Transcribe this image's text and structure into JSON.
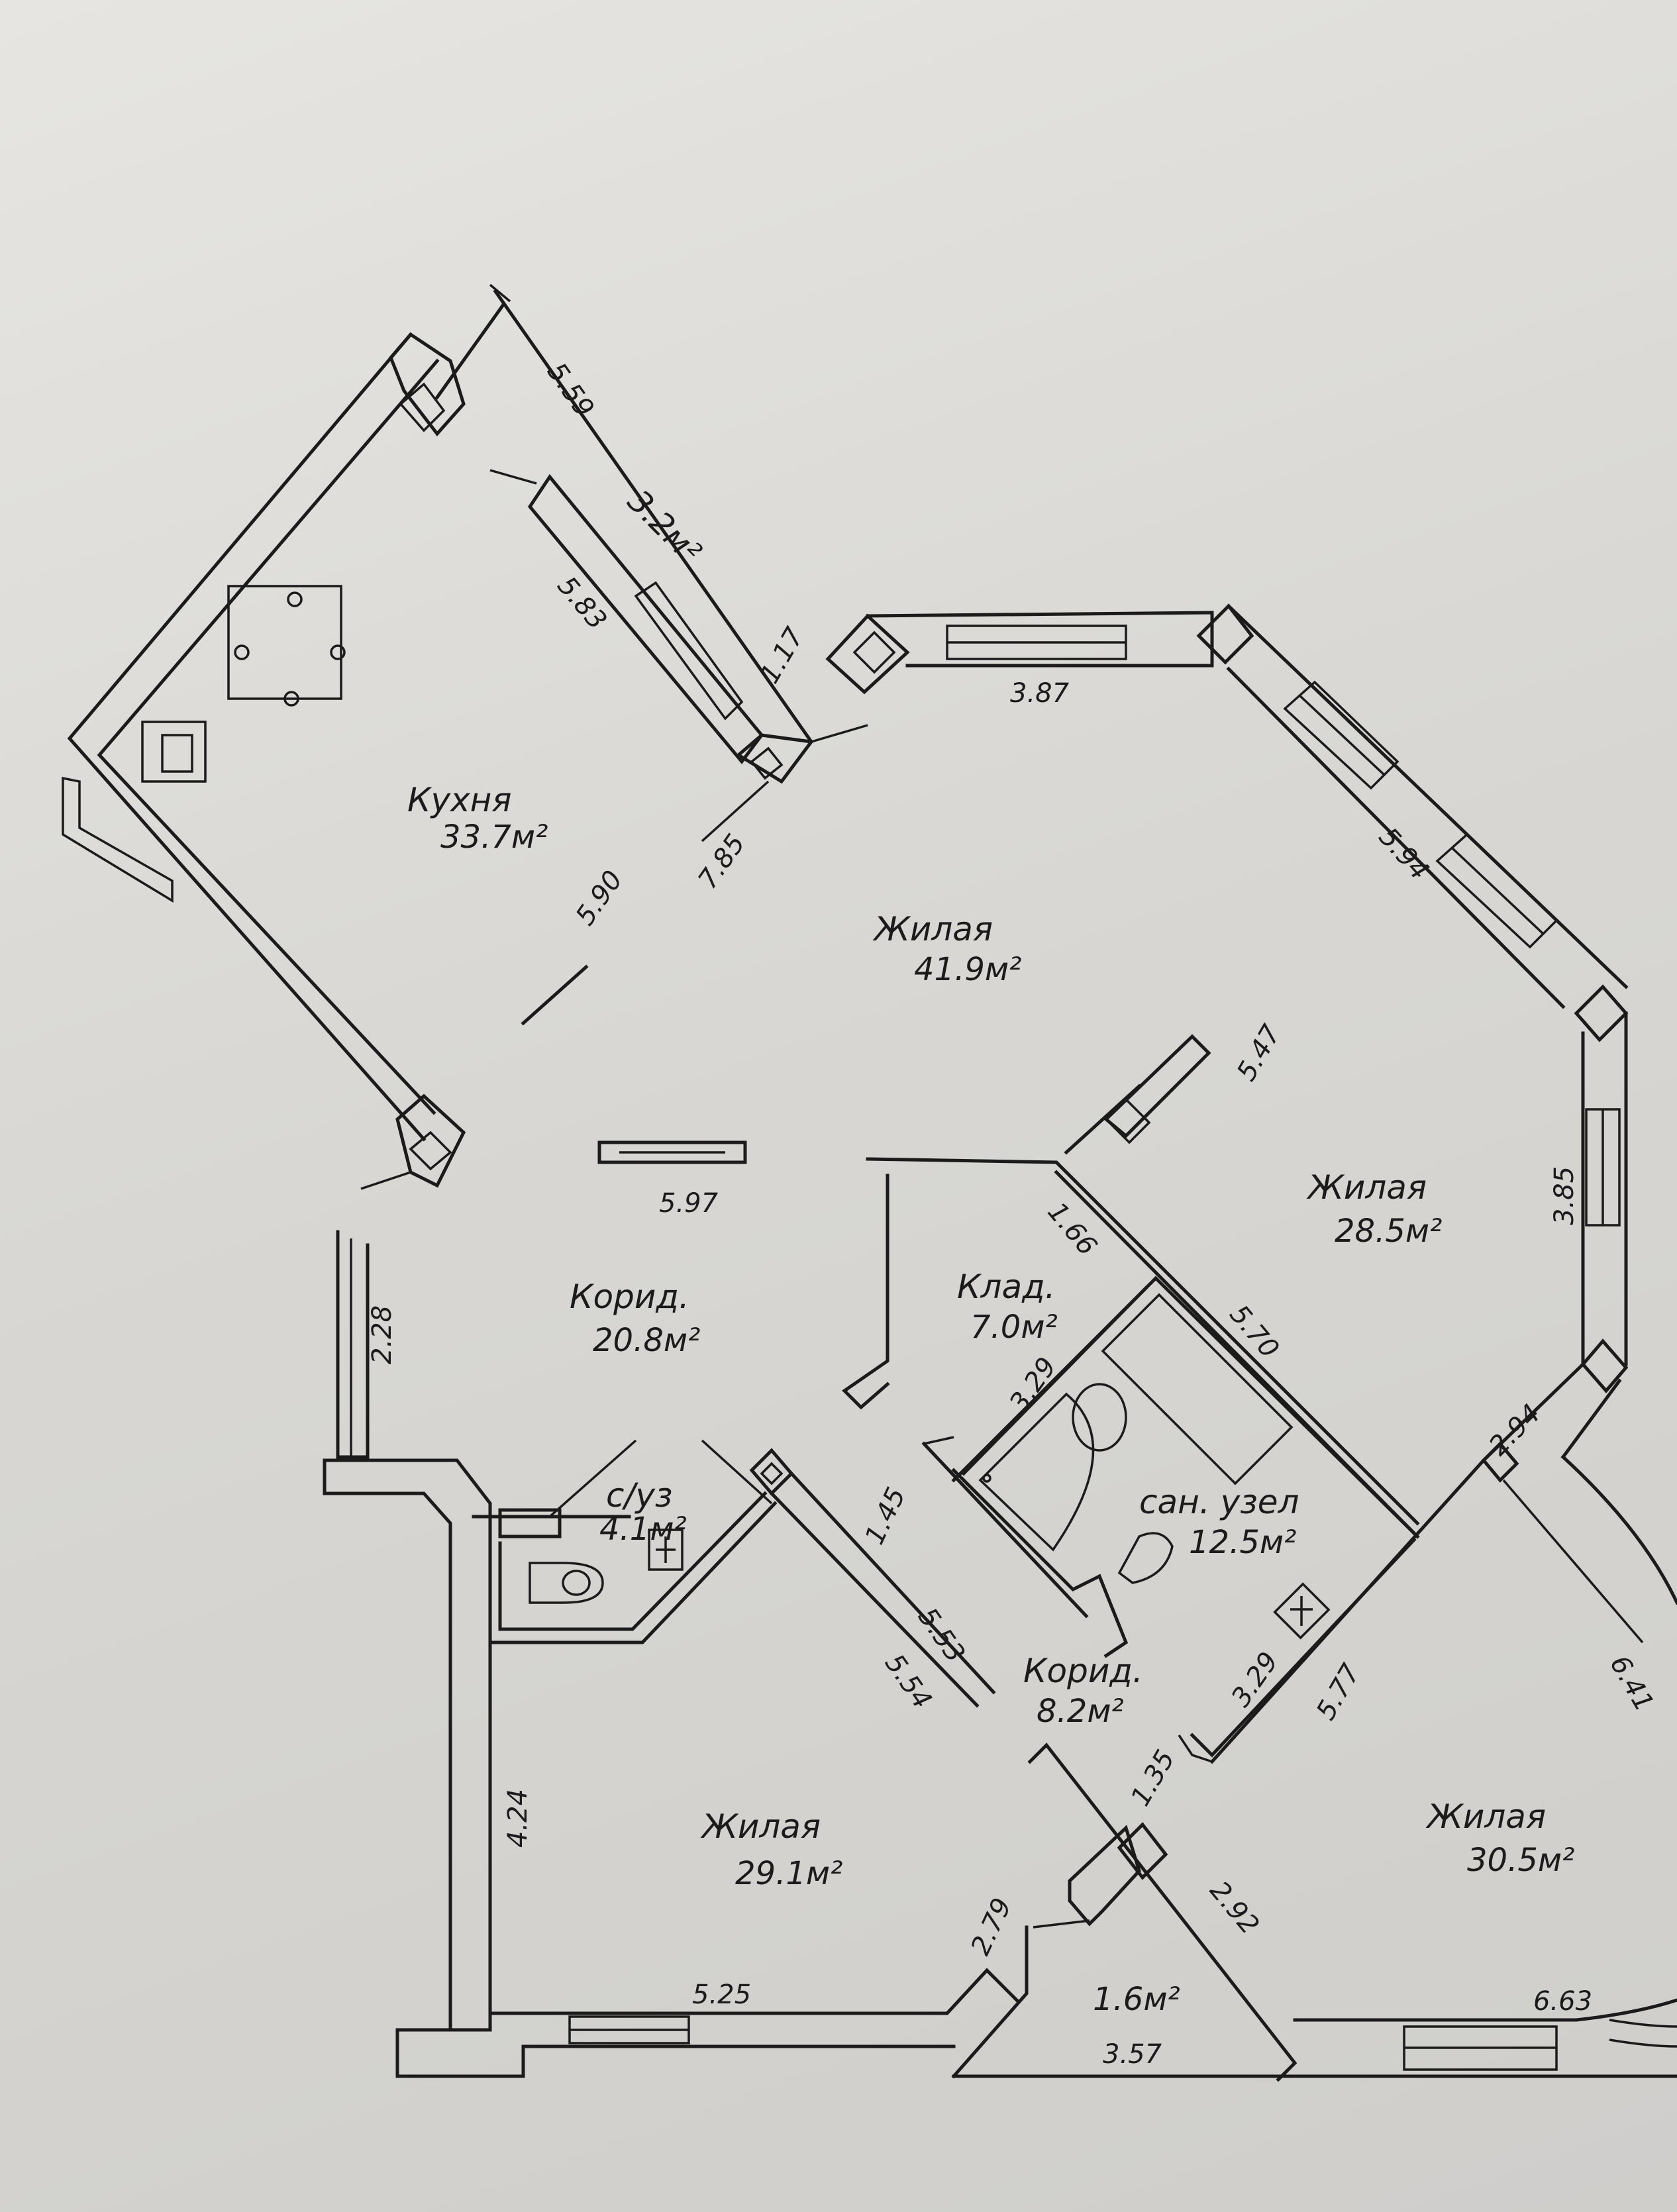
{
  "rooms": {
    "kitchen": {
      "name": "Кухня",
      "area": "33.7м²"
    },
    "balcony": {
      "area": "3.2м²"
    },
    "living_main": {
      "name": "Жилая",
      "area": "41.9м²"
    },
    "living_right": {
      "name": "Жилая",
      "area": "28.5м²"
    },
    "corridor_main": {
      "name": "Корид.",
      "area": "20.8м²"
    },
    "storage": {
      "name": "Клад.",
      "area": "7.0м²"
    },
    "wc": {
      "name": "с/уз",
      "area": "4.1м²"
    },
    "bathroom": {
      "name": "сан. узел",
      "area": "12.5м²"
    },
    "corridor_small": {
      "name": "Корид.",
      "area": "8.2м²"
    },
    "living_bl": {
      "name": "Жилая",
      "area": "29.1м²"
    },
    "living_br": {
      "name": "Жилая",
      "area": "30.5м²"
    },
    "loggia": {
      "area": "1.6м²"
    }
  },
  "dimensions": {
    "d559": "5.59",
    "d583": "5.83",
    "d117": "1.17",
    "d387": "3.87",
    "d594": "5.94",
    "d590": "5.90",
    "d785": "7.85",
    "d547": "5.47",
    "d385": "3.85",
    "d597": "5.97",
    "d166": "1.66",
    "d570": "5.70",
    "d329a": "3.29",
    "d228": "2.28",
    "d294": "2.94",
    "d145": "1.45",
    "d553": "5.53",
    "d554": "5.54",
    "d329b": "3.29",
    "d577": "5.77",
    "d641": "6.41",
    "d135": "1.35",
    "d424": "4.24",
    "d279": "2.79",
    "d292": "2.92",
    "d525": "5.25",
    "d663": "6.63",
    "d357": "3.57"
  },
  "colors": {
    "ink": "#1b1b1b",
    "paper": "#e2e1dd"
  }
}
